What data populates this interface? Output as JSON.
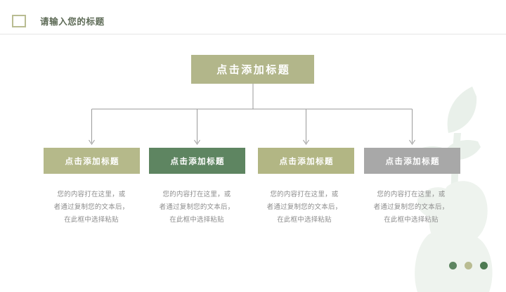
{
  "slide": {
    "background": "#ffffff",
    "header": {
      "icon": "square-outline-icon",
      "icon_color": "#b9bc92",
      "title": "请输入您的标题",
      "title_color": "#5e6b57"
    },
    "root": {
      "label": "点击添加标题",
      "color": "#b2b68a",
      "text_color": "#ffffff"
    },
    "nodes": [
      {
        "label": "点击添加标题",
        "color": "#b5b98a",
        "caption_lines": [
          "您的内容打在这里，或",
          "者通过复制您的文本后，",
          "在此框中选择粘贴"
        ]
      },
      {
        "label": "点击添加标题",
        "color": "#5e8561",
        "caption_lines": [
          "您的内容打在这里，或",
          "者通过复制您的文本后，",
          "在此框中选择粘贴"
        ]
      },
      {
        "label": "点击添加标题",
        "color": "#b2b684",
        "caption_lines": [
          "您的内容打在这里，或",
          "者通过复制您的文本后，",
          "在此框中选择粘贴"
        ]
      },
      {
        "label": "点击添加标题",
        "color": "#a8a8a8",
        "caption_lines": [
          "您的内容打在这里，或",
          "者通过复制您的文本后，",
          "在此框中选择粘贴"
        ]
      }
    ],
    "connector_color": "#9a9a9a",
    "footer_dots": [
      {
        "color": "#5e8561"
      },
      {
        "color": "#b9bc92"
      },
      {
        "color": "#4d7a52"
      }
    ],
    "watermark": {
      "name": "hand-holding-leaf-watermark",
      "color": "#e8efe9"
    }
  }
}
